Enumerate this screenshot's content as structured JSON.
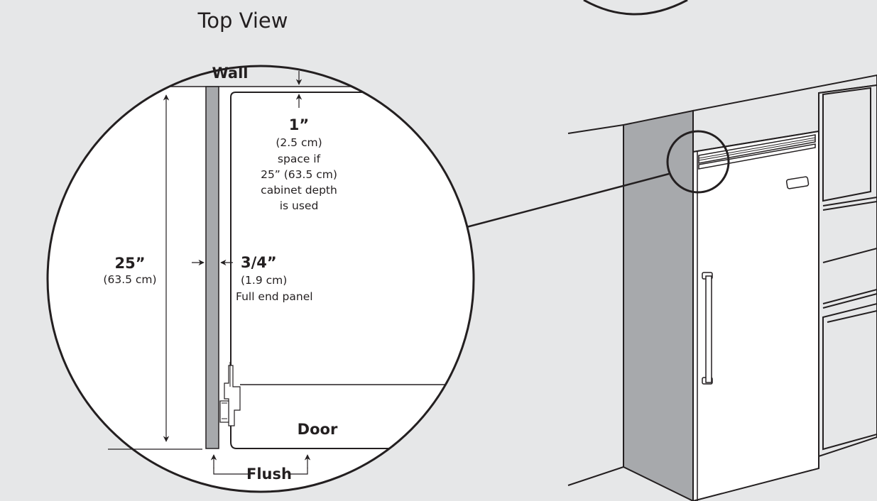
{
  "diagram": {
    "title": "Top View",
    "wall_label": "Wall",
    "door_label": "Door",
    "flush_label": "Flush",
    "depth_dim": {
      "value": "25”",
      "metric": "(63.5 cm)"
    },
    "panel_dim": {
      "value": "3/4”",
      "metric": "(1.9 cm)",
      "note": "Full end panel"
    },
    "space_dim": {
      "value": "1”",
      "metric": "(2.5 cm)",
      "note_lines": [
        "space if",
        "25” (63.5 cm)",
        "cabinet depth",
        "is used"
      ]
    }
  },
  "colors": {
    "background": "#e6e7e8",
    "panel_gray": "#a7a9ac",
    "line": "#231f20",
    "white": "#ffffff"
  }
}
